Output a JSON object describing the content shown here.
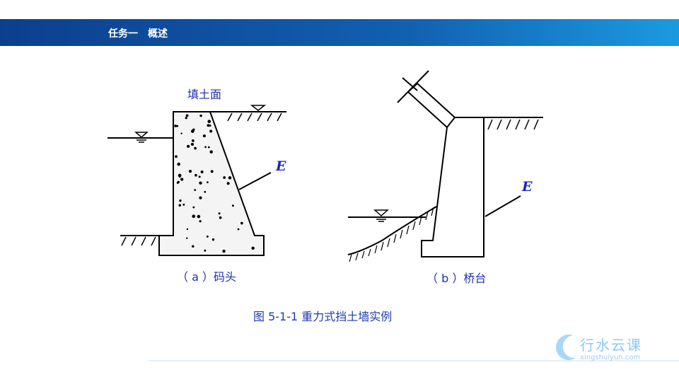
{
  "header": {
    "title": "任务一　概述"
  },
  "figure_a": {
    "top_label": "填土面",
    "force_label": "E",
    "caption": "（ a ）码头"
  },
  "figure_b": {
    "force_label": "E",
    "caption": "（ b ）桥台"
  },
  "figure_caption": {
    "prefix": "图 ",
    "number": "5-1-1",
    "text": "  重力式挡土墙实例"
  },
  "logo": {
    "name_cn": "行水云课",
    "url": "xingshuiyun.com"
  },
  "colors": {
    "header_start": "#0b3f8e",
    "header_end": "#1b9ae0",
    "label": "#1f2fb0"
  }
}
